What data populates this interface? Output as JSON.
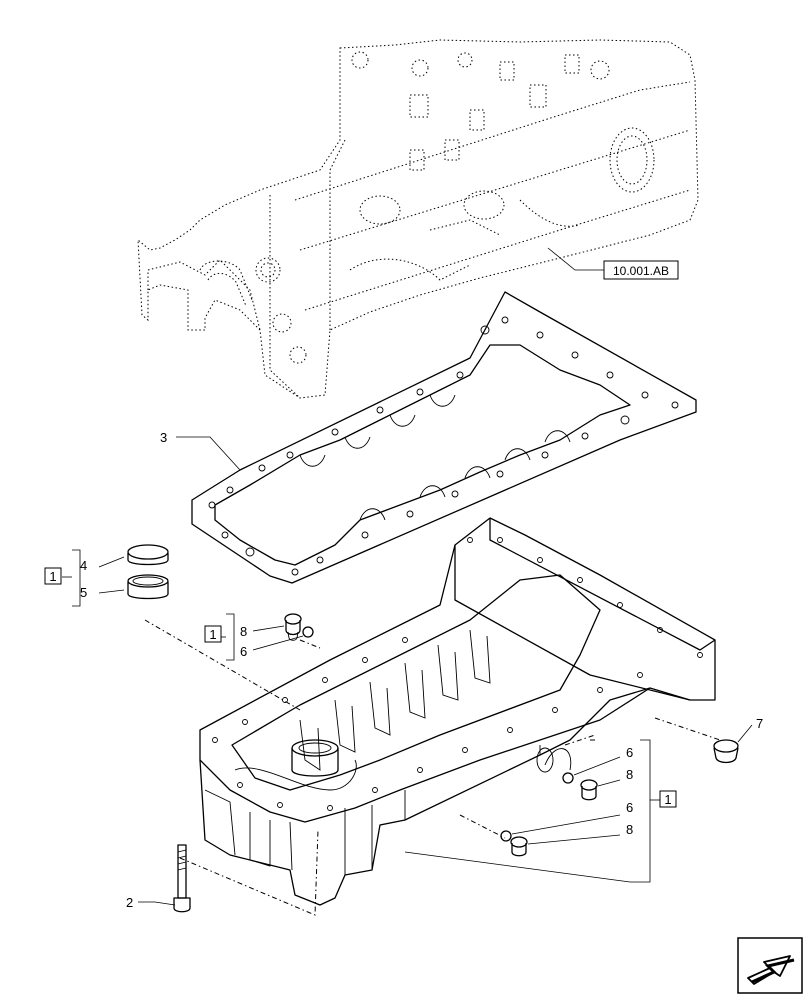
{
  "reference_label": "10.001.AB",
  "callouts": {
    "gasket": "3",
    "cap_upper": "4",
    "cap_lower": "5",
    "group_left": "1",
    "group_mid": "1",
    "group_right": "1",
    "mid_plug": "8",
    "mid_ring": "6",
    "right_ring_1": "6",
    "right_plug_1": "8",
    "right_ring_2": "6",
    "right_plug_2": "8",
    "drain_plug": "7",
    "bolt": "2"
  },
  "icons": {
    "nav": "next-page-arrow-icon"
  }
}
